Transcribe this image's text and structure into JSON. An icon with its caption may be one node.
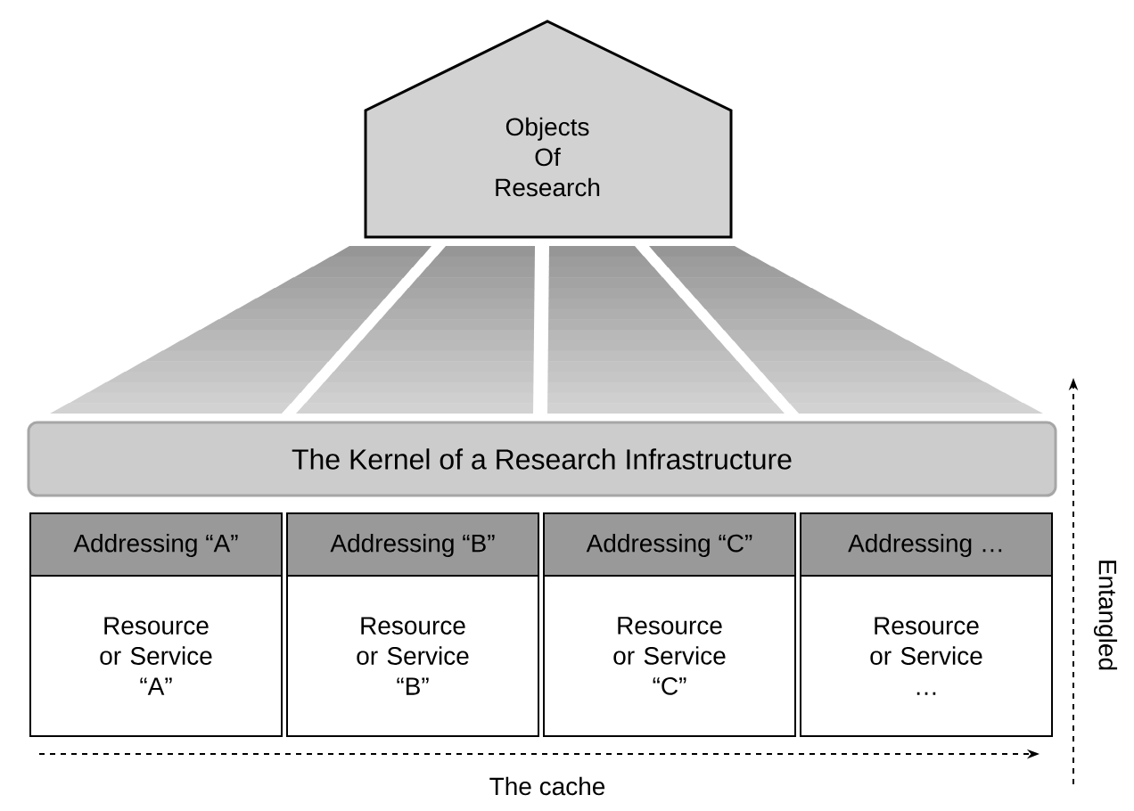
{
  "diagram": {
    "nodes": [
      {
        "text": [
          "Objects Of Research"
        ]
      },
      {
        "text": [
          "The Kernel of a Research Infrastructure"
        ]
      },
      {
        "text": [
          "Addressing “A”",
          "Resource or Service “A”"
        ]
      },
      {
        "text": [
          "Addressing “B”",
          "Resource or Service “B”"
        ]
      },
      {
        "text": [
          "Addressing “C”",
          "Resource or Service “C”"
        ]
      },
      {
        "text": [
          "Addressing …",
          "Resource or Service …"
        ]
      }
    ],
    "labels": [
      "The cache",
      "Entangled"
    ]
  }
}
